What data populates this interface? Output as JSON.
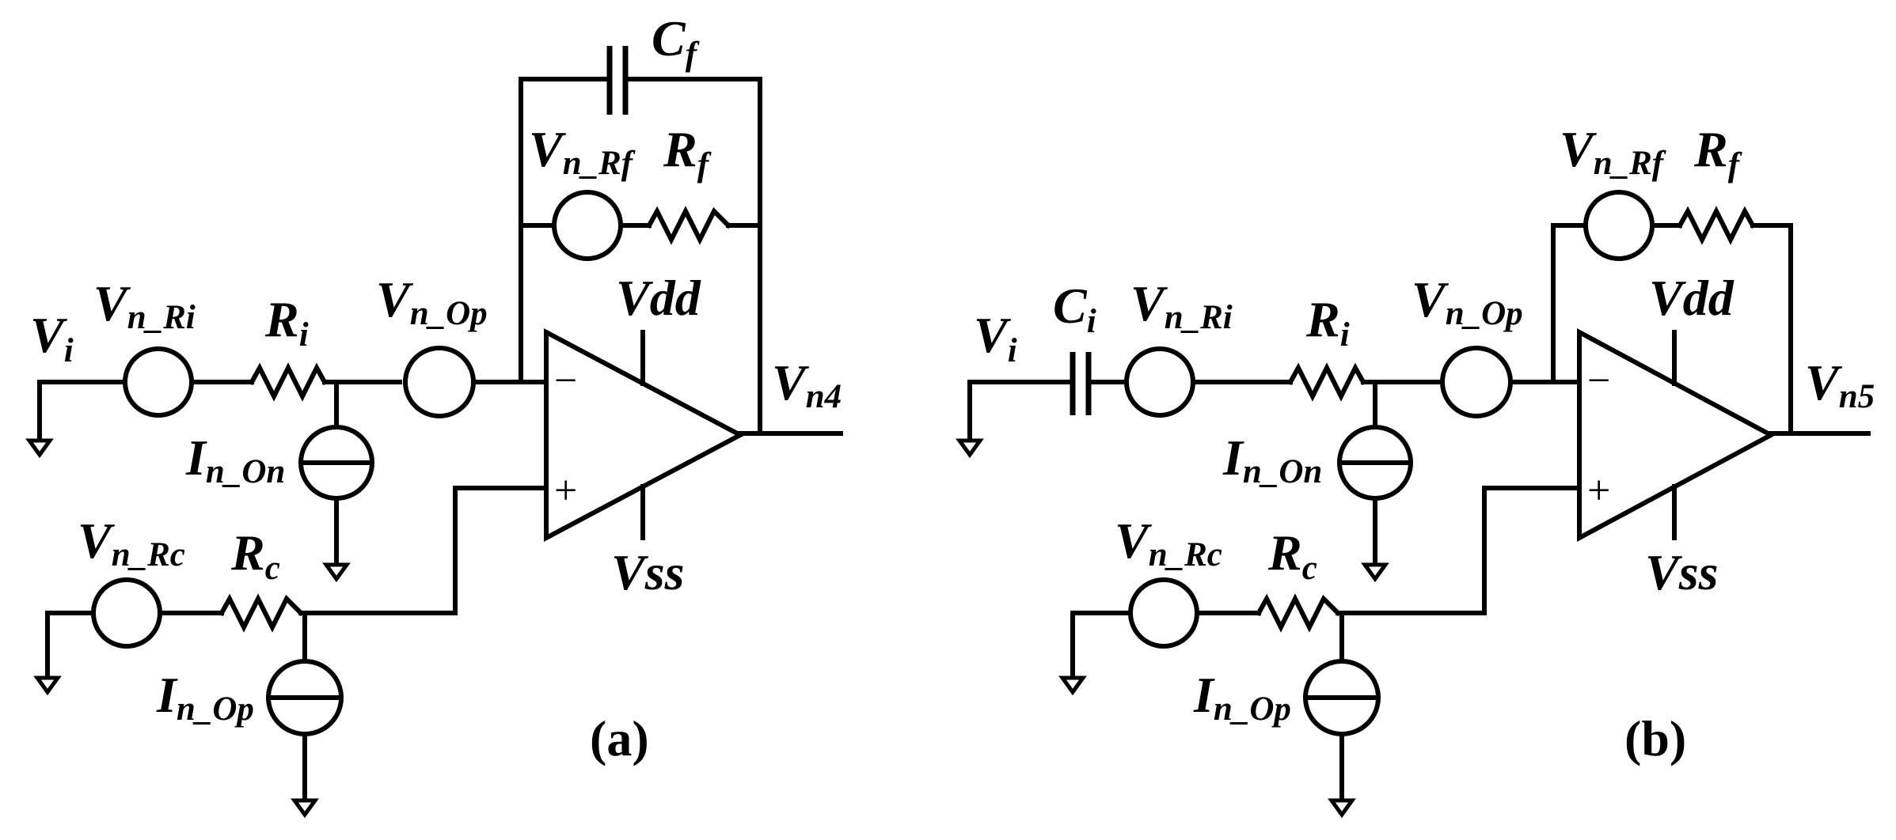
{
  "circuit_a": {
    "caption": "(a)",
    "input": {
      "main": "V",
      "sub": "i"
    },
    "vn_ri": {
      "main": "V",
      "sub": "n_Ri"
    },
    "ri": {
      "main": "R",
      "sub": "i"
    },
    "vn_op": {
      "main": "V",
      "sub": "n_Op"
    },
    "in_on": {
      "main": "I",
      "sub": "n_On"
    },
    "vn_rc": {
      "main": "V",
      "sub": "n_Rc"
    },
    "rc": {
      "main": "R",
      "sub": "c"
    },
    "in_op": {
      "main": "I",
      "sub": "n_Op"
    },
    "cf": {
      "main": "C",
      "sub": "f"
    },
    "vn_rf": {
      "main": "V",
      "sub": "n_Rf"
    },
    "rf": {
      "main": "R",
      "sub": "f"
    },
    "vdd": "Vdd",
    "vss": "Vss",
    "out": {
      "main": "V",
      "sub": "n4"
    },
    "minus": "−",
    "plus": "+"
  },
  "circuit_b": {
    "caption": "(b)",
    "input": {
      "main": "V",
      "sub": "i"
    },
    "ci": {
      "main": "C",
      "sub": "i"
    },
    "vn_ri": {
      "main": "V",
      "sub": "n_Ri"
    },
    "ri": {
      "main": "R",
      "sub": "i"
    },
    "vn_op": {
      "main": "V",
      "sub": "n_Op"
    },
    "in_on": {
      "main": "I",
      "sub": "n_On"
    },
    "vn_rc": {
      "main": "V",
      "sub": "n_Rc"
    },
    "rc": {
      "main": "R",
      "sub": "c"
    },
    "in_op": {
      "main": "I",
      "sub": "n_Op"
    },
    "vn_rf": {
      "main": "V",
      "sub": "n_Rf"
    },
    "rf": {
      "main": "R",
      "sub": "f"
    },
    "vdd": "Vdd",
    "vss": "Vss",
    "out": {
      "main": "V",
      "sub": "n5"
    },
    "minus": "−",
    "plus": "+"
  }
}
